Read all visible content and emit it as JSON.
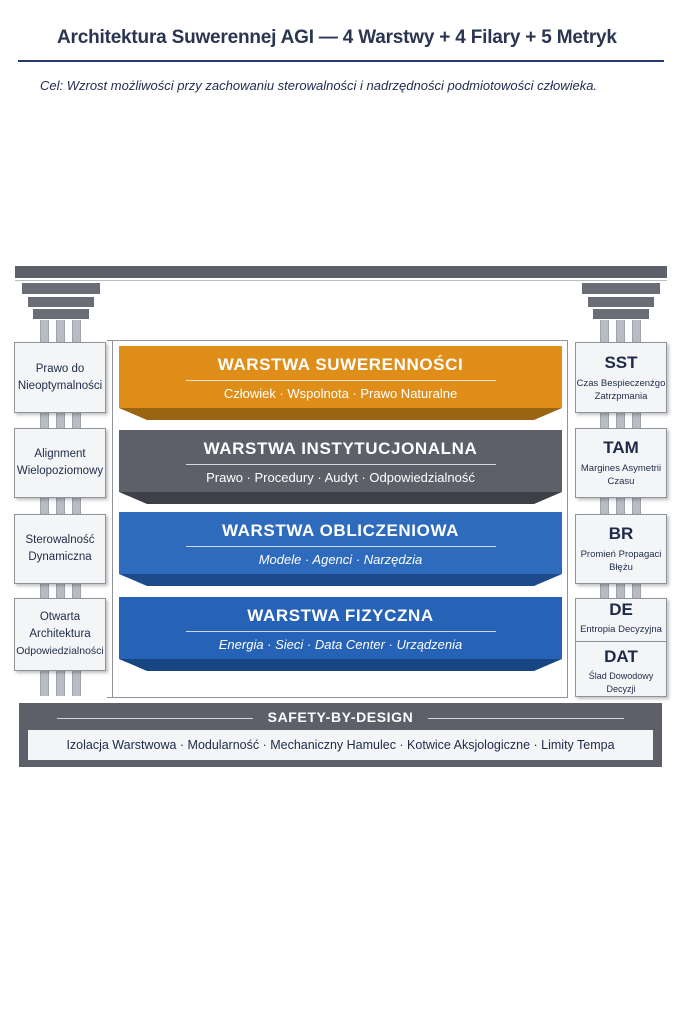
{
  "title": "Architektura Suwerennej AGI — 4 Warstwy + 4 Filary + 5 Metryk",
  "goal": "Cel: Wzrost możliwości przy zachowaniu sterowalności i nadrzędności podmiotowości człowieka.",
  "pillars": [
    {
      "lines": [
        "Prawo do",
        "Nieoptymalności"
      ]
    },
    {
      "lines": [
        "Alignment",
        "Wielopoziomowy"
      ]
    },
    {
      "lines": [
        "Sterowalność",
        "Dynamiczna"
      ]
    },
    {
      "lines": [
        "Otwarta",
        "Architektura",
        "Odpowiedzialności"
      ]
    }
  ],
  "layers": [
    {
      "title": "WARSTWA SUWERENNOŚCI",
      "items": "Człowiek · Wspolnota · Prawo Naturalne",
      "color": "#e08e1a",
      "shade": "#9a6412"
    },
    {
      "title": "WARSTWA INSTYTUCJONALNA",
      "items": "Prawo · Procedury · Audyt · Odpowiedzialność",
      "color": "#5d6068",
      "shade": "#3d4047"
    },
    {
      "title": "WARSTWA OBLICZENIOWA",
      "items": "Modele · Agenci · Narzędzia",
      "color": "#2f6bbd",
      "shade": "#1c4a8a"
    },
    {
      "title": "WARSTWA FIZYCZNA",
      "items": "Energia · Sieci · Data Center · Urządzenia",
      "color": "#2662b6",
      "shade": "#174683"
    }
  ],
  "metrics": [
    {
      "code": "SST",
      "desc": [
        "Czas Bespieczenźgo",
        "Zatrzpmania"
      ]
    },
    {
      "code": "TAM",
      "desc": [
        "Margines Asymetrii",
        "Czasu"
      ]
    },
    {
      "code": "BR",
      "desc": [
        "Promień Propagaci",
        "Błężu"
      ]
    },
    {
      "code": "DE",
      "desc": [
        "Entropia Decyzyjna"
      ]
    },
    {
      "code": "DAT",
      "desc": [
        "Ślad Dowodowy Decyzji"
      ]
    }
  ],
  "safety": {
    "title": "SAFETY-BY-DESIGN",
    "items": "Izolacja Warstwowa · Modularność · Mechaniczny Hamulec · Kotwice Aksjologiczne · Limity Tempa"
  }
}
